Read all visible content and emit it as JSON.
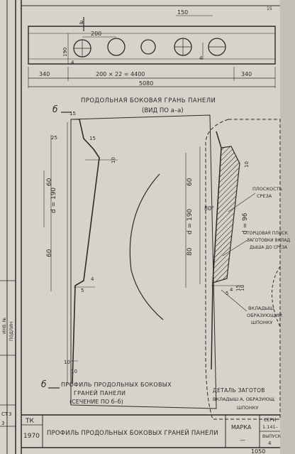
{
  "top_view": {
    "dims": {
      "top_200": "200",
      "top_150": "150",
      "top_15": "15",
      "left_190": "190",
      "left_4": "4",
      "right_4": "4",
      "spacing": "200 × 22 = 4400",
      "left_340": "340",
      "right_340": "340",
      "total": "5080"
    },
    "section_mark": "a"
  },
  "titles": {
    "top": "ПРОДОЛЬНАЯ БОКОВАЯ ГРАНЬ ПАНЕЛИ",
    "top_sub": "(ВИД ПО  а–а)",
    "left_1": "ПРОФИЛЬ ПРОДОЛЬНЫХ БОКОВЫХ",
    "left_2": "ГРАНЕЙ ПАНЕЛИ",
    "left_3": "(СЕЧЕНИЕ ПО б–б)",
    "right_1": "ДЕТАЛЬ ЗАГОТОВ",
    "right_2": "ВКЛАДЫШ А, ОБРАЗУЮЩ",
    "right_3": "ШПОНКУ"
  },
  "left_profile": {
    "section_mark": "б",
    "d_label": "d = 190",
    "dim_60_top": "60",
    "dim_60_bottom": "60",
    "dim_15_top": "15",
    "dim_25": "25",
    "dim_15_mid": "15",
    "dim_10": "10",
    "dim_4": "4",
    "dim_5": "5",
    "dim_10_bottom_a": "10",
    "dim_10_bottom_b": "10"
  },
  "right_profile": {
    "d_label_1": "d = 190",
    "d_label_2": "d = 96",
    "dim_60": "60",
    "dim_80": "80",
    "angle": "80°",
    "dim_10": "10",
    "dim_5": "5",
    "dim_4": "4",
    "dim_15": "15",
    "dim_10_b": "10",
    "note_1": "ПЛОСКОСТЬ",
    "note_1b": "СРЕЗА",
    "note_2": "ТОРЦОВАЯ ПЛОСК",
    "note_2b": "ЗАГОТОВКИ ВКЛАД",
    "note_2c": "ДЫША ДО СРЕЗА",
    "note_3": "ВКЛАДЫШ",
    "note_3b": "ОБРАЗУЮЩИЙ",
    "note_3c": "ШПОНКУ"
  },
  "title_block": {
    "tk": "ТК",
    "year": "1970",
    "name": "ПРОФИЛЬ ПРОДОЛЬНЫХ БОКОВЫХ ГРАНЕЙ ПАНЕЛИ",
    "marka_label": "МАРКА",
    "marka_value": "—",
    "seria_label": "СЕРИ",
    "seria_value": "1.141–",
    "vypusk_label": "ВЫПУСК",
    "vypusk_value": "4",
    "bottom_number": "1050"
  },
  "side_strip": {
    "label_1": "ПОДЛИН",
    "label_2": "ИНВ. №",
    "label_3": "3",
    "label_4": "СТ",
    "label_5": "3"
  }
}
